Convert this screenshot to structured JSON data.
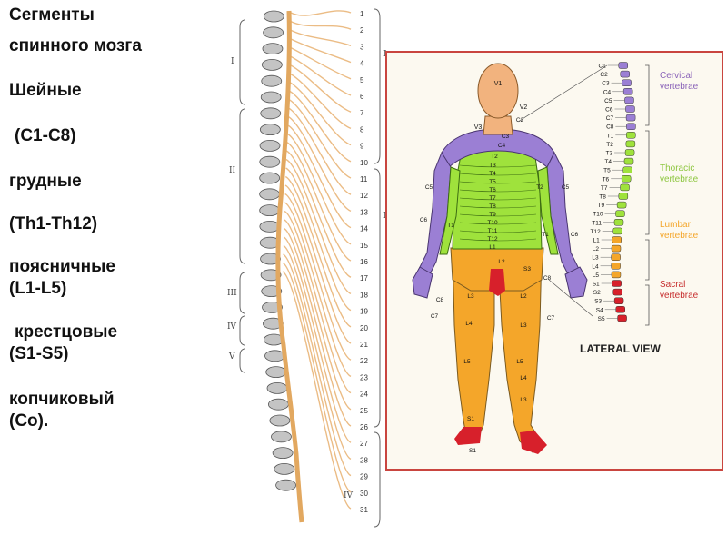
{
  "sidebar": {
    "lines": [
      "Сегменты",
      "спинного мозга",
      "Шейные",
      "(С1-С8)",
      "грудные",
      "(Th1-Th12)",
      "поясничные",
      "(L1-L5)",
      "крестцовые",
      "(S1-S5)",
      "копчиковый",
      "(Co)."
    ]
  },
  "spine_drawing": {
    "segment_numbers": [
      "1",
      "2",
      "3",
      "4",
      "5",
      "6",
      "7",
      "8",
      "9",
      "10",
      "11",
      "12",
      "13",
      "14",
      "15",
      "16",
      "17",
      "18",
      "19",
      "20",
      "21",
      "22",
      "23",
      "24",
      "25",
      "26",
      "27",
      "28",
      "29",
      "30",
      "31"
    ],
    "roman_labels": [
      "I",
      "II",
      "III",
      "IV",
      "V",
      "I",
      "II",
      "IV"
    ]
  },
  "dermatome_figure": {
    "face_labels": [
      "V1",
      "V2",
      "V3"
    ],
    "body_labels": [
      "C2",
      "C3",
      "C4",
      "T2",
      "T3",
      "T4",
      "T5",
      "T6",
      "T7",
      "T8",
      "T9",
      "T10",
      "T11",
      "T12",
      "L1",
      "L2",
      "L3",
      "L4",
      "L5",
      "S1",
      "S1",
      "S3",
      "C5",
      "C5",
      "C6",
      "C6",
      "T1",
      "T1",
      "T2",
      "C8",
      "C8",
      "C7",
      "C7",
      "L2",
      "L3",
      "L5",
      "L4",
      "L3"
    ],
    "spine_labels": [
      "C1",
      "C2",
      "C3",
      "C4",
      "C5",
      "C6",
      "C7",
      "C8",
      "T1",
      "T2",
      "T3",
      "T4",
      "T5",
      "T6",
      "T7",
      "T8",
      "T9",
      "T10",
      "T11",
      "T12",
      "L1",
      "L2",
      "L3",
      "L4",
      "L5",
      "S1",
      "S2",
      "S3",
      "S4",
      "S5"
    ],
    "legend": [
      {
        "label": "Cervical vertebrae",
        "color": "#8a63b8"
      },
      {
        "label": "Thoracic vertebrae",
        "color": "#8dc63f"
      },
      {
        "label": "Lumbar vertebrae",
        "color": "#f4a62a"
      },
      {
        "label": "Sacral vertebrae",
        "color": "#c62d2d"
      }
    ],
    "caption": "LATERAL VIEW"
  },
  "colors": {
    "cervical": "#9b7fd4",
    "thoracic": "#9fe23c",
    "lumbar": "#f4a62a",
    "sacral": "#d7202b",
    "skin": "#f2b37e",
    "nerve": "#e8b070",
    "bone": "#bdbdbd",
    "panel_border": "#c9453f"
  }
}
